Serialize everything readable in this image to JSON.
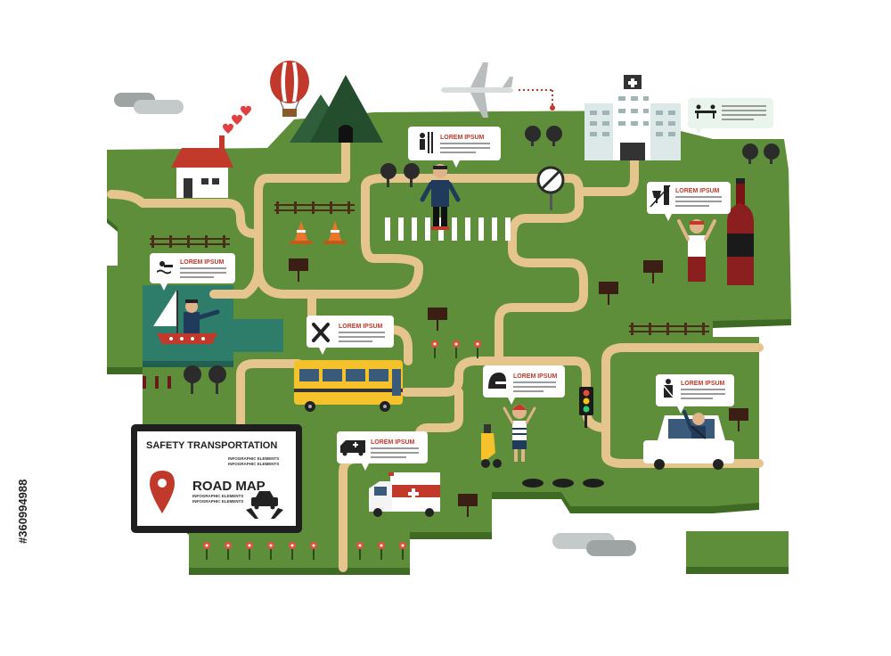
{
  "colors": {
    "land": "#5f8e3a",
    "land_shadow": "#3e6a24",
    "road": "#e6c48e",
    "water": "#2e7d6b",
    "accent_red": "#c0392b",
    "bus_yellow": "#f6c22b",
    "sky_cloud": "#9ea3a3"
  },
  "callouts": {
    "pedestrian": {
      "title": "LOREM IPSUM",
      "icon": "pedestrian-crossing-icon"
    },
    "swimming": {
      "title": "LOREM IPSUM",
      "icon": "swimmer-icon"
    },
    "tools": {
      "title": "LOREM IPSUM",
      "icon": "tools-icon"
    },
    "helmet": {
      "title": "LOREM IPSUM",
      "icon": "helmet-icon"
    },
    "ambulance": {
      "title": "LOREM IPSUM",
      "icon": "ambulance-icon"
    },
    "alcohol": {
      "title": "LOREM IPSUM",
      "icon": "no-drink-driving-icon"
    },
    "seatbelt": {
      "title": "LOREM IPSUM",
      "icon": "seatbelt-icon"
    },
    "stretcher": {
      "title": "",
      "icon": "stretcher-icon"
    }
  },
  "tablet": {
    "title": "SAFETY TRANSPORTATION",
    "sub1": "INFOGRAPHIC ELEMENTS",
    "sub2": "INFOGRAPHIC ELEMENTS",
    "road_map": "ROAD MAP",
    "sub3": "INFOGRAPHIC ELEMENTS",
    "sub4": "INFOGRAPHIC ELEMENTS"
  },
  "stock_id": "#360994988"
}
